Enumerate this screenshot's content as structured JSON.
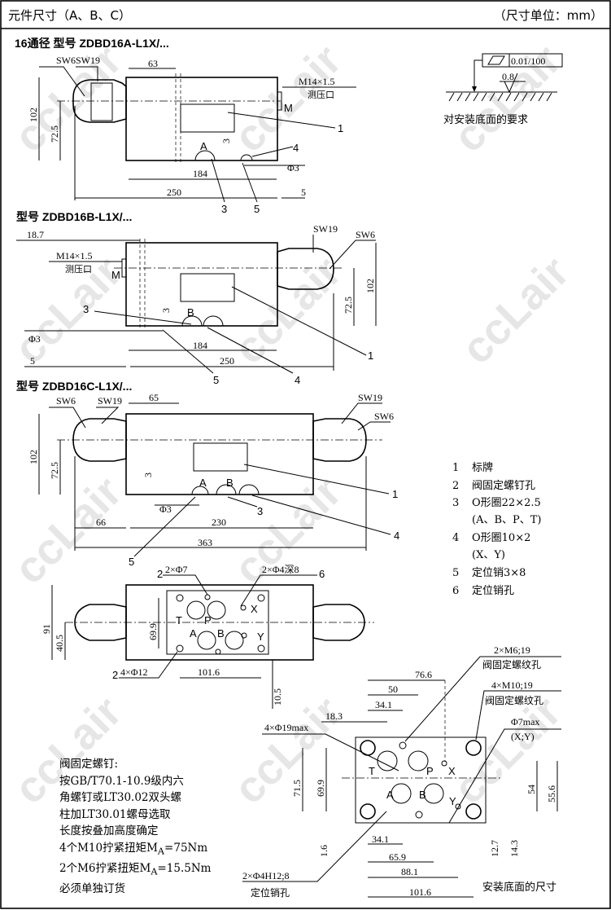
{
  "header": {
    "title": "元件尺寸（A、B、C）",
    "units": "（尺寸单位：mm）"
  },
  "watermark": "ccLair",
  "flatness": {
    "tolerance": "0.01/100",
    "roughness": "0.8",
    "caption": "对安装底面的要求"
  },
  "section_a": {
    "title": "16通径  型号 ZDBD16A-L1X/...",
    "sw6": "SW6",
    "sw19": "SW19",
    "d63": "63",
    "thread": "M14×1.5",
    "port_label": "测压口",
    "m": "M",
    "d102": "102",
    "d72": "72.5",
    "d3": "3",
    "port_a": "A",
    "d184": "184",
    "phi3": "Φ3",
    "d250": "250",
    "d5": "5",
    "c1": "1",
    "c3": "3",
    "c4": "4",
    "c5": "5"
  },
  "section_b": {
    "title": "型号 ZDBD16B-L1X/...",
    "d18": "18.7",
    "sw19": "SW19",
    "sw6": "SW6",
    "thread": "M14×1.5",
    "port_label": "测压口",
    "m": "M",
    "d72": "72.5",
    "d102": "102",
    "c3": "3",
    "d3": "3",
    "port_b": "B",
    "phi3": "Φ3",
    "d184": "184",
    "d5": "5",
    "d250": "250",
    "c1": "1",
    "c5": "5",
    "c4": "4"
  },
  "section_c": {
    "title": "型号 ZDBD16C-L1X/...",
    "sw6": "SW6",
    "sw19": "SW19",
    "d65": "65",
    "sw19r": "SW19",
    "sw6r": "SW6",
    "d102": "102",
    "d72": "72.5",
    "d3": "3",
    "port_a": "A",
    "port_b": "B",
    "phi3": "Φ3",
    "c3": "3",
    "d66": "66",
    "d230": "230",
    "c1": "1",
    "d363": "363",
    "c4": "4",
    "c5": "5"
  },
  "legend": [
    {
      "num": "1",
      "text": "标牌"
    },
    {
      "num": "2",
      "text": "阀固定螺钉孔"
    },
    {
      "num": "3",
      "text": "O形圈22×2.5"
    },
    {
      "num": "",
      "text": "(A、B、P、T)"
    },
    {
      "num": "4",
      "text": "O形圈10×2"
    },
    {
      "num": "",
      "text": "(X、Y)"
    },
    {
      "num": "5",
      "text": "定位销3×8"
    },
    {
      "num": "6",
      "text": "定位销孔"
    }
  ],
  "bottom_view": {
    "c2": "2",
    "phi7": "2×Φ7",
    "phi4": "2×Φ4深8",
    "c6": "6",
    "t": "T",
    "p": "P",
    "x": "X",
    "a": "A",
    "b": "B",
    "y": "Y",
    "d91": "91",
    "d40": "40.5",
    "d69": "69.9",
    "c2b": "2",
    "phi12": "4×Φ12",
    "d101": "101.6",
    "d10": "10.5"
  },
  "mounting": {
    "m6": "2×M6;19",
    "m6_label": "阀固定螺纹孔",
    "d76": "76.6",
    "m10": "4×M10;19",
    "m10_label": "阀固定螺纹孔",
    "d50": "50",
    "d34": "34.1",
    "d18": "18.3",
    "phi19": "4×Φ19max",
    "phi7": "Φ7max",
    "xy": "(X;Y)",
    "t": "T",
    "p": "P",
    "x": "X",
    "a": "A",
    "b": "B",
    "y": "Y",
    "d71": "71.5",
    "d69": "69.9",
    "d54": "54",
    "d55": "55.6",
    "d1": "1.6",
    "d34b": "34.1",
    "d65": "65.9",
    "d88": "88.1",
    "d101": "101.6",
    "d12": "12.7",
    "d14": "14.3",
    "pin": "2×Φ4H12;8",
    "pin_label": "定位销孔",
    "caption": "安装底面的尺寸"
  },
  "notes": {
    "title": "阀固定螺钉:",
    "lines": [
      "按GB/T70.1-10.9级内六",
      "角螺钉或LT30.02双头螺",
      "柱加LT30.01螺母选取",
      "长度按叠加高度确定",
      "4个M10拧紧扭矩M<sub>A</sub>=75Nm",
      "2个M6拧紧扭矩M<sub>A</sub>=15.5Nm",
      "必须单独订货"
    ]
  }
}
